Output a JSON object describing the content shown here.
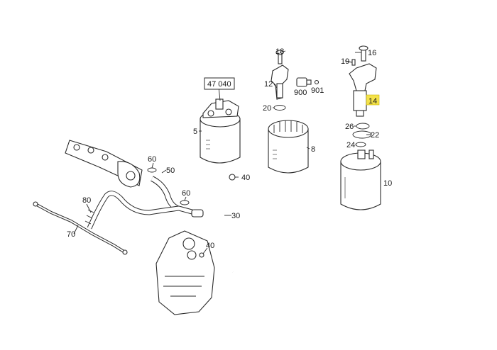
{
  "callouts": {
    "c18": "18",
    "c16": "16",
    "c19": "19",
    "c12": "12",
    "c900": "900",
    "c901": "901",
    "c47040": "47 040",
    "c14": "14",
    "c20": "20",
    "c5": "5",
    "c8": "8",
    "c26": "26",
    "c22": "22",
    "c24": "24",
    "c10": "10",
    "c60a": "60",
    "c50": "50",
    "c40a": "40",
    "c60b": "60",
    "c80": "80",
    "c30": "30",
    "c70": "70",
    "c40b": "40"
  },
  "highlight_color": "#f4e24a",
  "line_color": "#2a2a2a"
}
